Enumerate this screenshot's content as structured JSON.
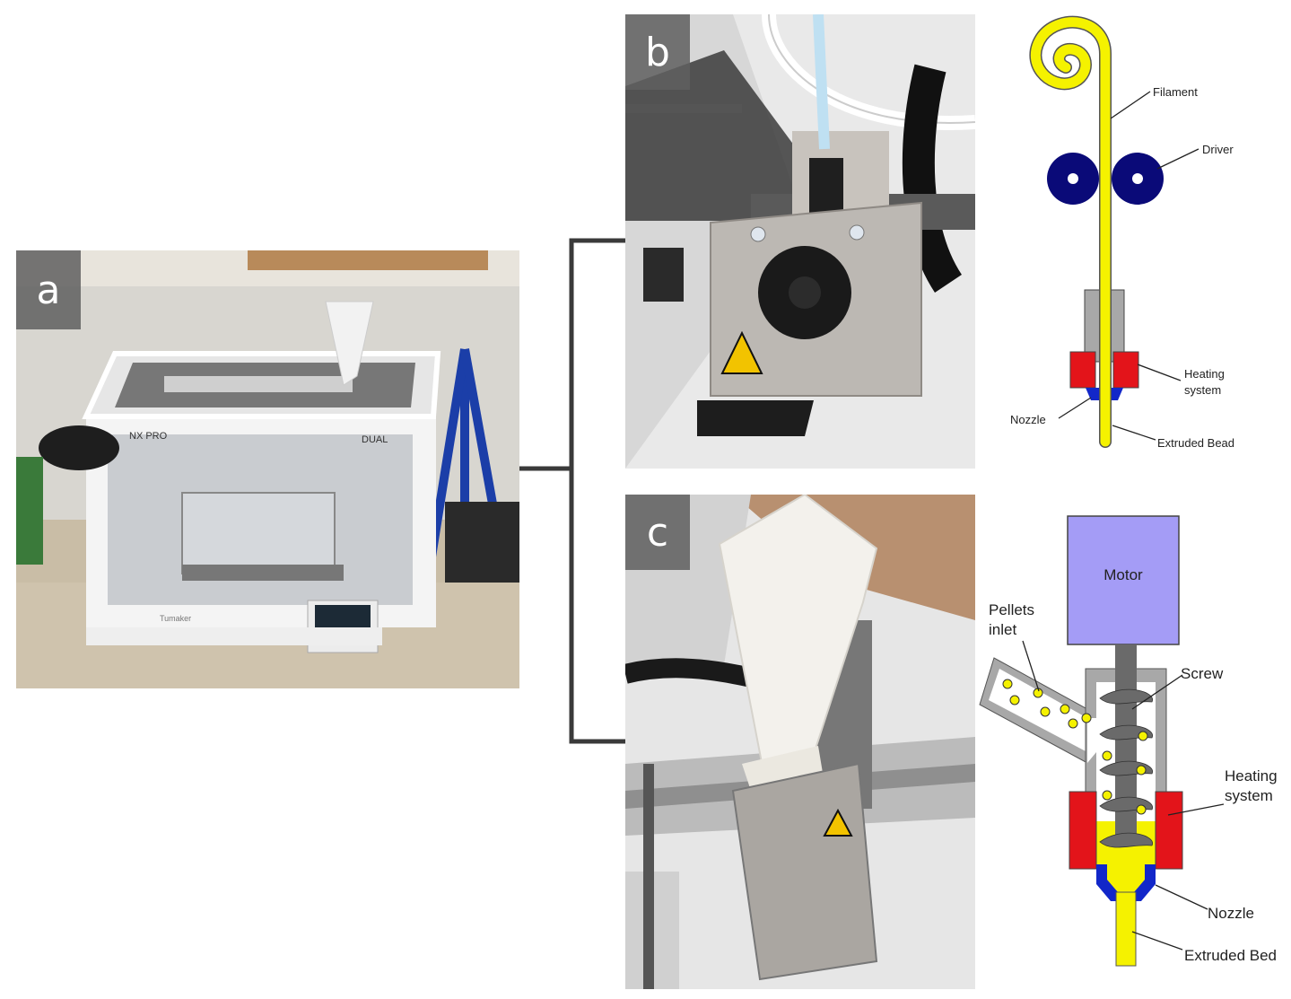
{
  "panels": {
    "a": {
      "letter": "a",
      "printer_brand_left": "NX PRO",
      "printer_brand_right": "DUAL",
      "printer_maker": "Tumaker"
    },
    "b": {
      "letter": "b"
    },
    "c": {
      "letter": "c"
    }
  },
  "filament_diagram": {
    "labels": {
      "filament": "Filament",
      "driver": "Driver",
      "heating_line1": "Heating",
      "heating_line2": "system",
      "nozzle": "Nozzle",
      "extruded": "Extruded Bead"
    }
  },
  "pellet_diagram": {
    "labels": {
      "motor": "Motor",
      "pellets_line1": "Pellets",
      "pellets_line2": "inlet",
      "screw": "Screw",
      "heating_line1": "Heating",
      "heating_line2": "system",
      "nozzle": "Nozzle",
      "extruded": "Extruded Bed"
    }
  },
  "colors": {
    "filament": "#f5f200",
    "driver": "#0a0a78",
    "heater": "#e3141a",
    "nozzle": "#1227c9",
    "barrel": "#a8a8a8",
    "motor": "#a49cf6"
  }
}
